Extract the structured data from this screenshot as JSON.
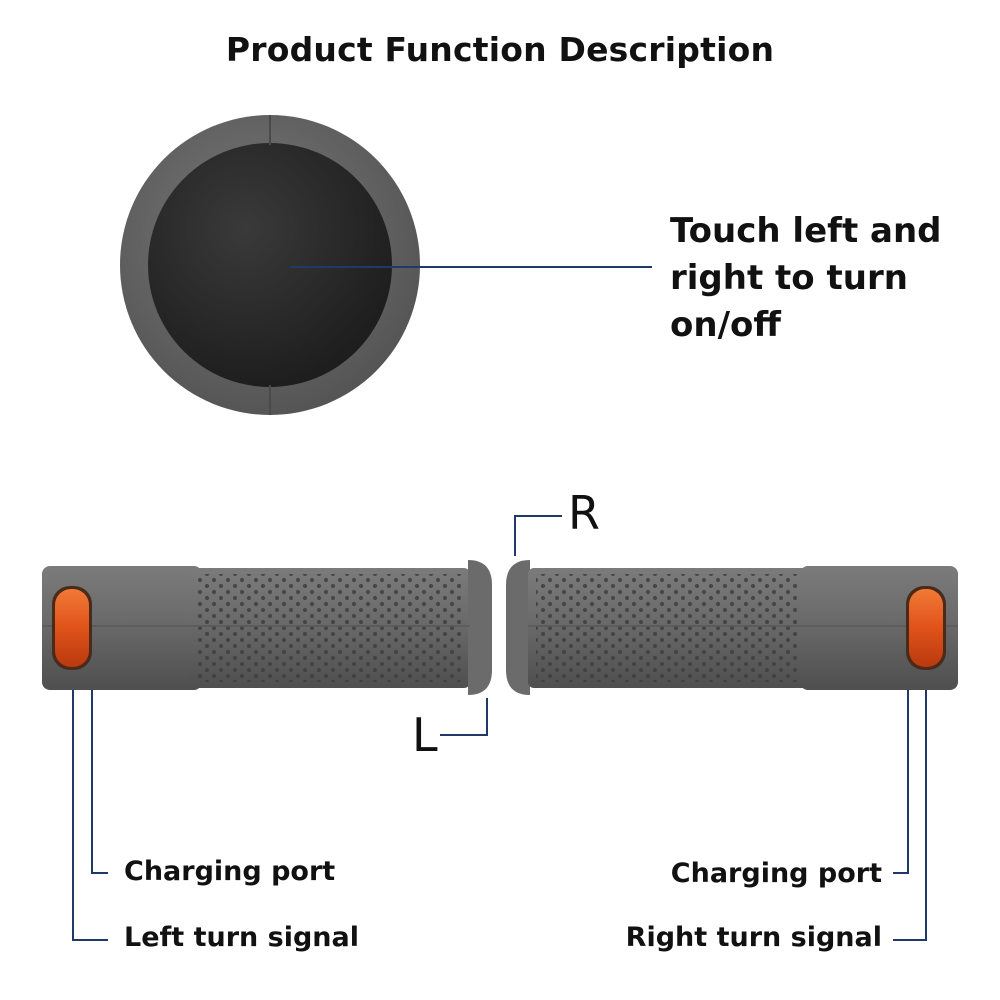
{
  "title": "Product Function Description",
  "callout": "Touch left and right to turn on/off",
  "side_letters": {
    "right": "R",
    "left": "L"
  },
  "labels": {
    "left_charging_port": "Charging port",
    "left_turn_signal": "Left turn signal",
    "right_charging_port": "Charging port",
    "right_turn_signal": "Right turn signal"
  },
  "colors": {
    "leader_line": "#1f3a66",
    "grip_gray": "#6f6f6f",
    "button_face": "#2a2a2a",
    "signal_lens": "#e2541a"
  }
}
